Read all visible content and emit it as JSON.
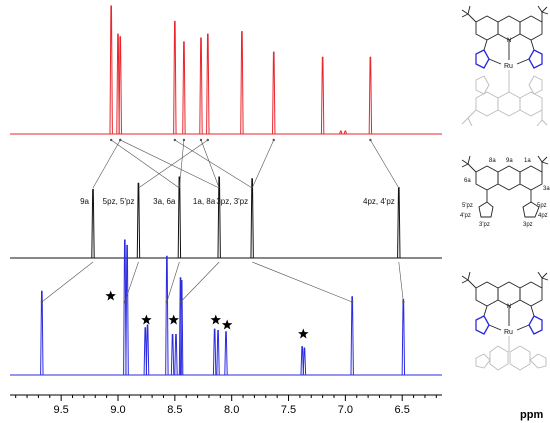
{
  "chart_data": {
    "type": "line",
    "title": "",
    "xlabel": "ppm",
    "xlim": [
      9.95,
      6.15
    ],
    "x_ticks": [
      "9.5",
      "9.0",
      "8.5",
      "8.0",
      "7.5",
      "7.0",
      "6.5"
    ],
    "series": [
      {
        "name": "",
        "color": "#e8262c",
        "peaks": [
          {
            "ppm": 9.06,
            "height": 1.0
          },
          {
            "ppm": 9.0,
            "height": 0.78
          },
          {
            "ppm": 8.98,
            "height": 0.76
          },
          {
            "ppm": 8.5,
            "height": 0.88
          },
          {
            "ppm": 8.42,
            "height": 0.72
          },
          {
            "ppm": 8.27,
            "height": 0.75
          },
          {
            "ppm": 8.21,
            "height": 0.78
          },
          {
            "ppm": 7.91,
            "height": 0.8
          },
          {
            "ppm": 7.63,
            "height": 0.64
          },
          {
            "ppm": 7.2,
            "height": 0.6
          },
          {
            "ppm": 6.78,
            "height": 0.6
          }
        ]
      },
      {
        "name": "",
        "color": "#111111",
        "peaks": [
          {
            "ppm": 9.22,
            "height": 0.78
          },
          {
            "ppm": 8.82,
            "height": 0.85
          },
          {
            "ppm": 8.46,
            "height": 0.92
          },
          {
            "ppm": 8.11,
            "height": 0.92
          },
          {
            "ppm": 7.82,
            "height": 0.9
          },
          {
            "ppm": 6.53,
            "height": 0.8
          }
        ]
      },
      {
        "name": "",
        "color": "#2b2be0",
        "peaks": [
          {
            "ppm": 9.67,
            "height": 0.62
          },
          {
            "ppm": 8.94,
            "height": 1.0
          },
          {
            "ppm": 8.92,
            "height": 0.96
          },
          {
            "ppm": 8.76,
            "height": 0.35
          },
          {
            "ppm": 8.74,
            "height": 0.37
          },
          {
            "ppm": 8.57,
            "height": 0.88
          },
          {
            "ppm": 8.52,
            "height": 0.3
          },
          {
            "ppm": 8.49,
            "height": 0.3
          },
          {
            "ppm": 8.45,
            "height": 0.72
          },
          {
            "ppm": 8.44,
            "height": 0.7
          },
          {
            "ppm": 8.15,
            "height": 0.34
          },
          {
            "ppm": 8.12,
            "height": 0.33
          },
          {
            "ppm": 8.05,
            "height": 0.32
          },
          {
            "ppm": 7.38,
            "height": 0.21
          },
          {
            "ppm": 7.36,
            "height": 0.2
          },
          {
            "ppm": 6.94,
            "height": 0.58
          },
          {
            "ppm": 6.49,
            "height": 0.56
          }
        ]
      }
    ],
    "peak_labels": [
      {
        "text": "9a",
        "ppm": 9.22
      },
      {
        "text": "5pz, 5'pz",
        "ppm": 8.82
      },
      {
        "text": "3a, 6a",
        "ppm": 8.46
      },
      {
        "text": "1a, 8a",
        "ppm": 8.11
      },
      {
        "text": "3pz, 3'pz",
        "ppm": 7.82
      },
      {
        "text": "4pz, 4'pz",
        "ppm": 6.53
      }
    ],
    "stars_ppm": [
      8.95,
      8.75,
      8.51,
      8.14,
      8.04,
      7.37
    ],
    "correlations_top": [
      [
        9.22,
        8.98
      ],
      [
        8.82,
        8.21
      ],
      [
        8.46,
        9.06
      ],
      [
        8.46,
        8.42
      ],
      [
        8.11,
        8.98
      ],
      [
        8.11,
        8.27
      ],
      [
        7.82,
        8.5
      ],
      [
        7.82,
        7.63
      ],
      [
        6.53,
        6.78
      ]
    ],
    "correlations_bottom": [
      [
        9.22,
        9.67
      ],
      [
        8.82,
        8.94
      ],
      [
        8.46,
        8.57
      ],
      [
        8.11,
        8.45
      ],
      [
        7.82,
        6.94
      ],
      [
        6.53,
        6.49
      ]
    ]
  },
  "structures": {
    "top": {
      "metal_label": "Ru"
    },
    "middle": {
      "labels": [
        "8a",
        "9a",
        "1a",
        "6a",
        "3a",
        "5'pz",
        "5pz",
        "4'pz",
        "4pz",
        "3'pz",
        "3pz"
      ]
    },
    "bottom": {
      "metal_label": "Ru"
    }
  }
}
